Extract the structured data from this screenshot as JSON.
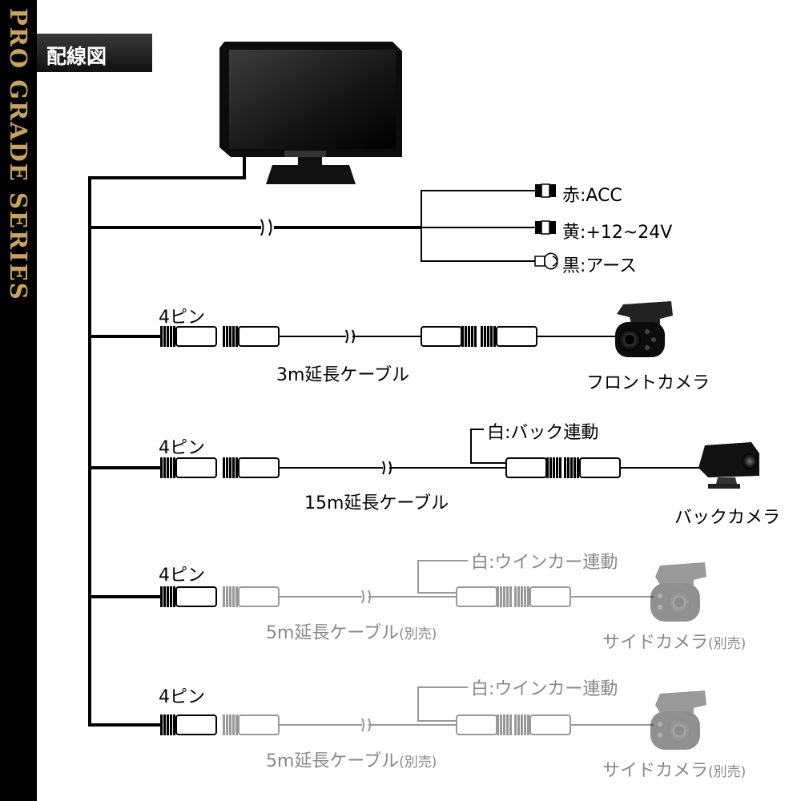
{
  "sidebar": {
    "text": "PRO GRADE SERIES"
  },
  "header": {
    "title": "配線図"
  },
  "power": {
    "acc": "赤:ACC",
    "plus": "黄:+12~24V",
    "ground": "黒:アース"
  },
  "rows": [
    {
      "pin": "4ピン",
      "cable": "3m延長ケーブル",
      "cable_note": "",
      "camera": "フロントカメラ",
      "camera_note": "",
      "link": ""
    },
    {
      "pin": "4ピン",
      "cable": "15m延長ケーブル",
      "cable_note": "",
      "camera": "バックカメラ",
      "camera_note": "",
      "link": "白:バック連動"
    },
    {
      "pin": "4ピン",
      "cable": "5m延長ケーブル",
      "cable_note": "(別売)",
      "camera": "サイドカメラ",
      "camera_note": "(別売)",
      "link": "白:ウインカー連動"
    },
    {
      "pin": "4ピン",
      "cable": "5m延長ケーブル",
      "cable_note": "(別売)",
      "camera": "サイドカメラ",
      "camera_note": "(別売)",
      "link": "白:ウインカー連動"
    }
  ],
  "colors": {
    "sidebar": "#000000",
    "sidebar_text": "#c9a35a",
    "active": "#000000",
    "optional": "#999999"
  }
}
